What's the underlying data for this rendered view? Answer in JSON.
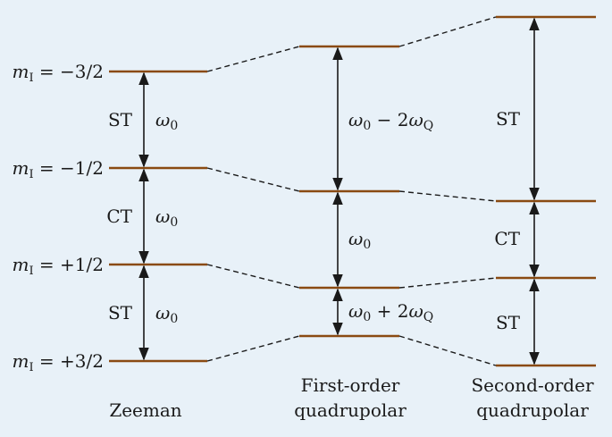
{
  "colors": {
    "background": "#e8f1f8",
    "level_line": "#8a4a12",
    "ink": "#1a1a1a"
  },
  "level_labels": [
    {
      "m": "m",
      "sub": "I",
      "value": " = −3/2"
    },
    {
      "m": "m",
      "sub": "I",
      "value": " = −1/2"
    },
    {
      "m": "m",
      "sub": "I",
      "value": " = +1/2"
    },
    {
      "m": "m",
      "sub": "I",
      "value": " = +3/2"
    }
  ],
  "zeeman": {
    "transitions": [
      {
        "type": "ST",
        "freq": "ω",
        "freq_sub": "0"
      },
      {
        "type": "CT",
        "freq": "ω",
        "freq_sub": "0"
      },
      {
        "type": "ST",
        "freq": "ω",
        "freq_sub": "0"
      }
    ]
  },
  "first_order": {
    "transitions": [
      {
        "main": "ω",
        "main_sub": "0",
        "op": " − 2",
        "q": "ω",
        "q_sub": "Q"
      },
      {
        "main": "ω",
        "main_sub": "0",
        "op": "",
        "q": "",
        "q_sub": ""
      },
      {
        "main": "ω",
        "main_sub": "0",
        "op": " + 2",
        "q": "ω",
        "q_sub": "Q"
      }
    ]
  },
  "second_order": {
    "transitions": [
      {
        "type": "ST"
      },
      {
        "type": "CT"
      },
      {
        "type": "ST"
      }
    ]
  },
  "column_titles": {
    "zeeman": [
      "Zeeman"
    ],
    "first_order": [
      "First-order",
      "quadrupolar"
    ],
    "second_order": [
      "Second-order",
      "quadrupolar"
    ]
  }
}
